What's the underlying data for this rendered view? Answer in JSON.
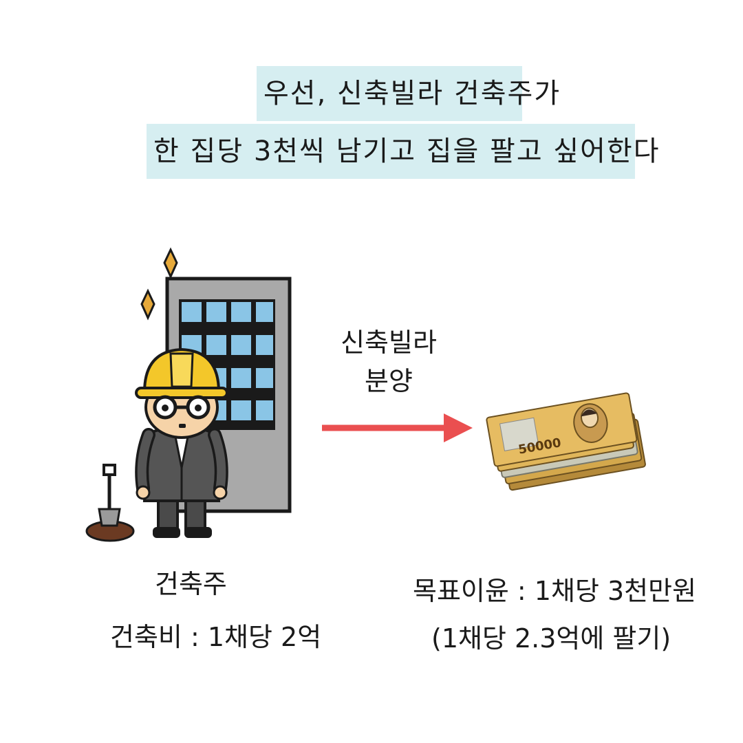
{
  "header": {
    "line1": "우선, 신축빌라 건축주가",
    "line2": "한 집당 3천씩 남기고 집을 팔고 싶어한다"
  },
  "builder": {
    "name": "건축주",
    "cost": "건축비 : 1채당 2억"
  },
  "arrow": {
    "line1": "신축빌라",
    "line2": "분양"
  },
  "money": {
    "banknote_label": "50000"
  },
  "target": {
    "profit": "목표이윤 : 1채당 3천만원",
    "price": "(1채당 2.3억에 팔기)"
  },
  "colors": {
    "highlight": "#d6eef1",
    "arrow": "#ea4f50",
    "helmet": "#f3c72a"
  }
}
